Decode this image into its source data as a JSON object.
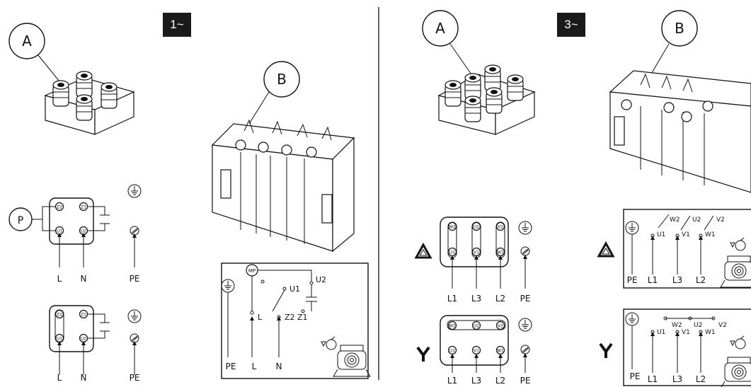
{
  "sections": {
    "single_phase": {
      "phase_label": "1~"
    },
    "three_phase": {
      "phase_label": "3~"
    }
  },
  "callouts": {
    "a": "A",
    "b": "B"
  },
  "terminals": {
    "z2": "Z2",
    "z1": "Z1",
    "u1": "U1",
    "u2": "U2",
    "w2": "W2",
    "v2": "V2",
    "v1": "V1",
    "w1": "W1",
    "mp": "MP",
    "p": "P"
  },
  "leads": {
    "l": "L",
    "n": "N",
    "pe": "PE",
    "l1": "L1",
    "l2": "L2",
    "l3": "L3",
    "z2": "Z2",
    "z1": "Z1",
    "u1": "U1",
    "u2": "U2",
    "v1": "V1",
    "v2": "V2",
    "w1": "W1",
    "w2": "W2"
  },
  "symbols": {
    "delta": "delta-icon",
    "star": "star-icon",
    "earth": "earth-icon",
    "motor": "motor-icon",
    "rotation": "rotation-icon"
  }
}
